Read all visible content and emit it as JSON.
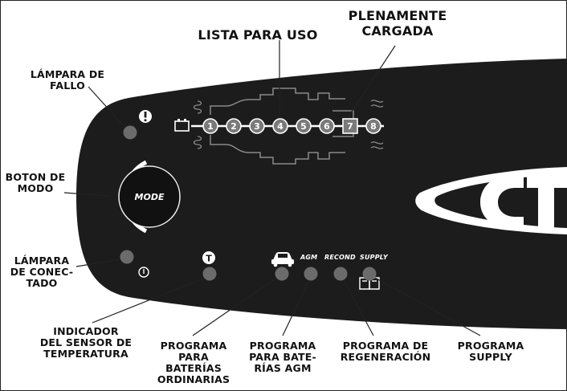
{
  "top_labels": {
    "ready": "LISTA PARA USO",
    "full": "PLENAMENTE\nCARGADA"
  },
  "left_labels": {
    "fault": "LÁMPARA DE\nFALLO",
    "mode": "BOTON DE\nMODO",
    "power": "LÁMPARA\nDE CONEC-\nTADO"
  },
  "bottom_labels": {
    "temp": "INDICADOR\nDEL SENSOR DE\nTEMPERATURA",
    "normal": "PROGRAMA\nPARA\nBATERÍAS\nORDINARIAS",
    "agm": "PROGRAMA\nPARA BATE-\nRÍAS AGM",
    "recond": "PROGRAMA DE\nREGENERACIÓN",
    "supply": "PROGRAMA\nSUPPLY"
  },
  "panel": {
    "mode_button": "MODE",
    "step_numbers": [
      "1",
      "2",
      "3",
      "4",
      "5",
      "6",
      "7",
      "8"
    ],
    "program_labels": {
      "agm": "AGM",
      "recond": "RECOND",
      "supply": "SUPPLY"
    },
    "fault_symbol": "!",
    "temp_symbol": "T",
    "logo_text": "CT"
  },
  "colors": {
    "panel": "#1c1c1c",
    "led": "#6b6b6b",
    "line": "#ffffff",
    "stroke": "#222222"
  }
}
